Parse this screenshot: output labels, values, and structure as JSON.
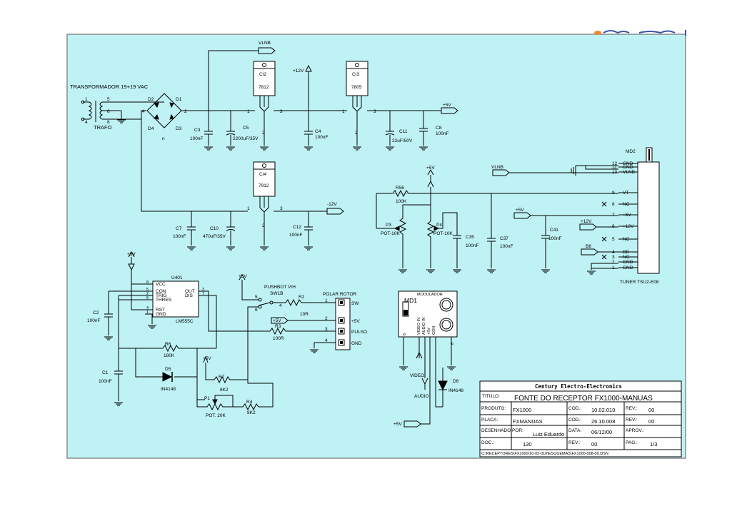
{
  "labels": {
    "transformer": "TRANSFORMADOR 19+19 VAC",
    "trafo": "TRAFO",
    "t_pin1": "1",
    "t_pin4": "4",
    "t_pin5": "5",
    "t_pin6": "6",
    "t_pin8": "8",
    "d1": "D1",
    "d2": "D2",
    "d3": "D3",
    "d4": "D4",
    "br_2": "2",
    "br_4": "4",
    "br_n": "n",
    "vlnb_top": "VLNB",
    "ci2": "CI2",
    "ci2_val": "7812",
    "ci3": "CI3",
    "ci3_val": "7805",
    "ci4": "CI4",
    "ci4_val": "7912",
    "plus12": "+12V",
    "plus5": "+5V",
    "minus12": "-12V",
    "pin1": "1",
    "pin2": "2",
    "pin3": "3",
    "c3": "C3",
    "c3_val": "100nF",
    "c5": "C5",
    "c5_val": "2200uF/35V",
    "c4": "C4",
    "c4_val": "100nF",
    "c11": "C11",
    "c11_val": "22uF/50V",
    "c8": "C8",
    "c8_val": "100nF",
    "c7": "C7",
    "c7_val": "100nF",
    "c10": "C10",
    "c10_val": "470uF/35V",
    "c12": "C12",
    "c12_val": "100nF",
    "md2": "MD2",
    "vlnb_mid": "VLNB",
    "r56": "R56",
    "r56_val": "100K",
    "p3": "P3",
    "p3_val": "POT-10K",
    "p4": "P4",
    "p4_val": "POT-10K",
    "c35": "C35",
    "c35_val": "100nF",
    "c37": "C37",
    "c37_val": "100nF",
    "c41": "C41",
    "c41_val": "100nF",
    "b8": "B8",
    "tuner": "TUNER TSU2-E08",
    "tuner_pins": [
      "12",
      "11",
      "10",
      "9",
      "8",
      "7",
      "6",
      "5",
      "4",
      "3",
      "2",
      "1"
    ],
    "tuner_names": [
      "GND",
      "GND",
      "VLNB",
      "VT",
      "NC",
      "+5V",
      "+12V",
      "NC",
      "BB",
      "NC",
      "GND",
      "GND"
    ],
    "u401": "U401",
    "u401_val": "LM555C",
    "u401_left": [
      "VCC",
      "CON",
      "TRIG",
      "THRES",
      "RST",
      "GND"
    ],
    "u401_left_pins": [
      "8",
      "5",
      "2",
      "6",
      "4",
      "1"
    ],
    "u401_right": [
      "OUT",
      "DIS"
    ],
    "u401_right_pins": [
      "3",
      "7"
    ],
    "c2": "C2",
    "c2_val": "100nF",
    "c1": "C1",
    "c1_val": "100nF",
    "r6": "R6",
    "r6_val": "180K",
    "d5": "D5",
    "d5_val": "IN4148",
    "r7": "R7",
    "r7_val": "8K2",
    "p1": "P1",
    "p1_val": "POT. 20K",
    "r4": "R4",
    "r4_val": "8K2",
    "pushbot": "PUSHBOT V/H",
    "sw1b": "SW1B",
    "sw_pins": [
      "5",
      "6",
      "4"
    ],
    "r2": "R2",
    "r2_val": "10R",
    "r3": "R3",
    "r3_val": "100R",
    "polar_rotor": "POLAR ROTOR",
    "conn_pins": [
      "1",
      "2",
      "3",
      "4"
    ],
    "conn_names": [
      "SW",
      "+5V",
      "PULSO",
      "GND"
    ],
    "modulador": "MODULADOR",
    "md1": "MD1",
    "md1_pins": [
      "6",
      "5",
      "4",
      "3",
      "6"
    ],
    "md1_names": [
      "VIDEO IN",
      "AUDIO IN",
      "+5V",
      "CON"
    ],
    "video": "VIDEO",
    "audio": "AUDIO",
    "d6": "D6",
    "d6_val": "IN4148"
  },
  "title_block": {
    "company": "Century Electro-Electronics",
    "titulo_label": "TITULO:",
    "titulo_value": "FONTE DO RECEPTOR FX1000-MANUAS",
    "produto_label": "PRODUTO:",
    "produto_value": "FX1000",
    "cod1_label": "COD.:",
    "cod1_value": "10.02.010",
    "rev1_label": "REV.:",
    "rev1_value": "00",
    "placa_label": "PLACA:",
    "placa_value": "FXMANUAS",
    "cod2_label": "COD.:",
    "cod2_value": "26.10.008",
    "rev2_label": "REV.:",
    "rev2_value": "00",
    "desenhado_label": "DESENHADO POR:",
    "desenhado_value": "Luiz Eduardo",
    "data_label": "DATA:",
    "data_value": "06/12/00",
    "aprov_label": "APROV.:",
    "aprov_value": "",
    "doc_label": "DOC.:",
    "doc_value": "130",
    "rev3_label": "REV.:",
    "rev3_value": "00",
    "pag_label": "PAG.:",
    "pag_value": "1/3",
    "path": "C:\\RECEPTORES\\FX1000\\10-02-010\\ESQUEMAS\\FX1000-008-00.DSN"
  },
  "colors": {
    "sheet_bg": "#bff2f4",
    "sheet_border": "#b6b6b6",
    "ink": "#000000",
    "logo_orange": "#f08a24",
    "logo_blue": "#3a56a5"
  }
}
